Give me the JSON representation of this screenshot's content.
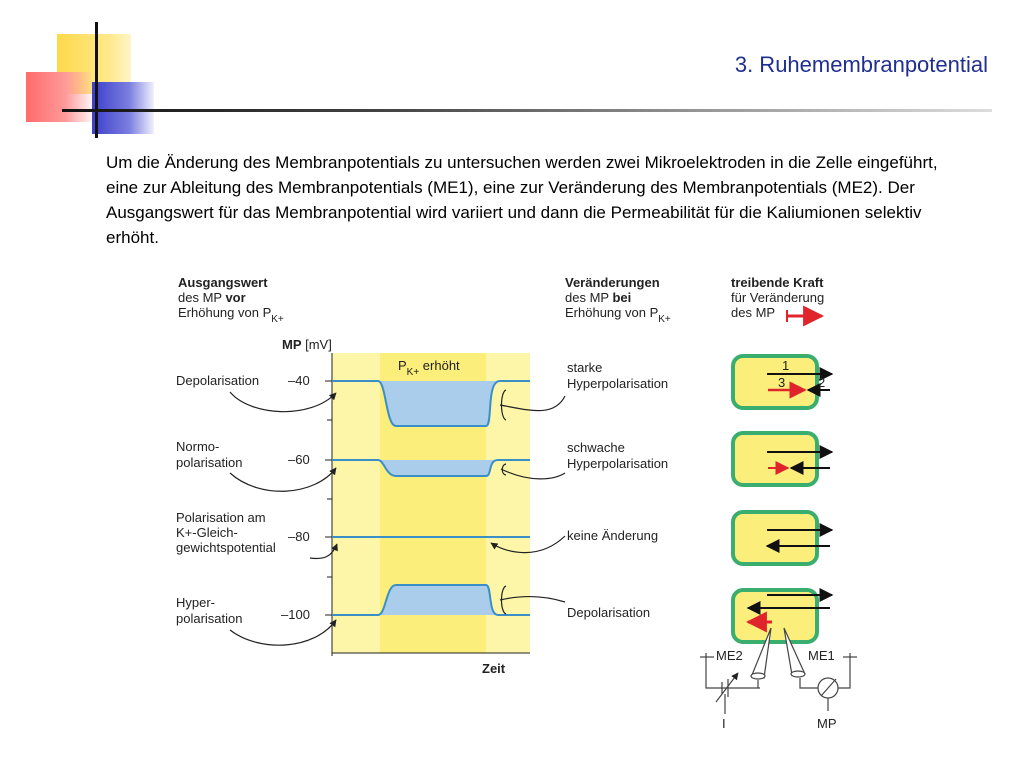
{
  "slide": {
    "title": "3. Ruhemembranpotential",
    "intro": "Um die Änderung des Membranpotentials zu untersuchen werden zwei Mikroelektroden in die Zelle eingeführt, eine zur Ableitung des Membranpotentials (ME1), eine zur Veränderung des Membranpotentials (ME2). Der Ausgangswert für das Membranpotential wird variiert und dann die Permeabilität für die Kaliumionen selektiv erhöht."
  },
  "figure": {
    "left_header": {
      "line1": "Ausgangswert",
      "line2_a": "des MP ",
      "line2_b": "vor",
      "line3": "Erhöhung von P",
      "line3_sub": "K+"
    },
    "mid_header": {
      "line1": "Veränderungen",
      "line2_a": "des MP ",
      "line2_b": "bei",
      "line3": "Erhöhung von P",
      "line3_sub": "K+"
    },
    "right_header": {
      "line1": "treibende Kraft",
      "line2": "für Veränderung",
      "line3": "des MP"
    },
    "axis_label_bold": "MP",
    "axis_label_unit": " [mV]",
    "band_label": "P",
    "band_label_sub": "K+",
    "band_label_rest": " erhöht",
    "time_label": "Zeit",
    "ticks": [
      "–40",
      "–60",
      "–80",
      "–100"
    ],
    "initial_states": [
      [
        "Depolarisation"
      ],
      [
        "Normo-",
        "polarisation"
      ],
      [
        "Polarisation am",
        "K+-Gleich-",
        "gewichtspotential"
      ],
      [
        "Hyper-",
        "polarisation"
      ]
    ],
    "changes": [
      [
        "starke",
        "Hyperpolarisation"
      ],
      [
        "schwache",
        "Hyperpolarisation"
      ],
      [
        "keine Änderung"
      ],
      [
        "Depolarisation"
      ]
    ],
    "force_numbers": [
      "1",
      "3",
      "2"
    ],
    "electrodes": {
      "me2": "ME2",
      "me1": "ME1",
      "current": "I",
      "voltmeter": "MP"
    }
  },
  "colors": {
    "title": "#1f2f8f",
    "panel_yellow": "#fdf6a8",
    "band_yellow": "#fbee7a",
    "trace_blue": "#3b8fc7",
    "fill_blue": "#a9cdea",
    "cell_green": "#3aae6e",
    "arrow_red": "#e0242b"
  }
}
